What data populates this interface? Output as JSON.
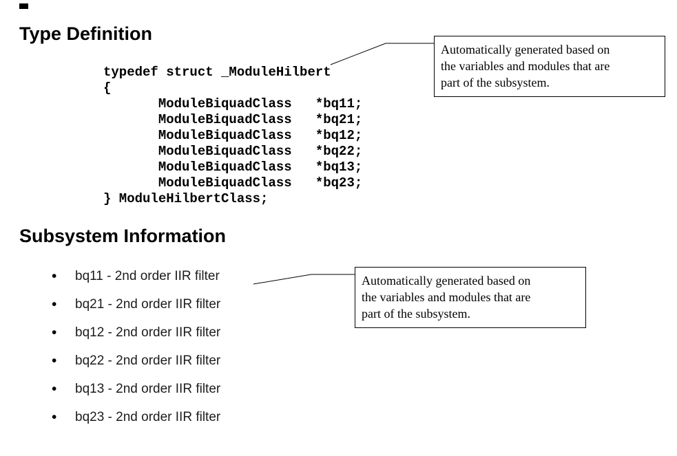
{
  "type_definition": {
    "heading": "Type Definition",
    "code_lines": [
      "typedef struct _ModuleHilbert",
      "{",
      "       ModuleBiquadClass   *bq11;",
      "       ModuleBiquadClass   *bq21;",
      "       ModuleBiquadClass   *bq12;",
      "       ModuleBiquadClass   *bq22;",
      "       ModuleBiquadClass   *bq13;",
      "       ModuleBiquadClass   *bq23;",
      "} ModuleHilbertClass;"
    ],
    "callout_lines": [
      "Automatically generated based on",
      "the variables and modules that are",
      "part of the subsystem."
    ]
  },
  "subsystem_information": {
    "heading": "Subsystem Information",
    "bullet_glyph": "•",
    "items": [
      "bq11 - 2nd order IIR filter",
      "bq21 - 2nd order IIR filter",
      "bq12 - 2nd order IIR filter",
      "bq22 - 2nd order IIR filter",
      "bq13 - 2nd order IIR filter",
      "bq23 - 2nd order IIR filter"
    ],
    "callout_lines": [
      "Automatically generated based on",
      "the variables and modules that are",
      "part of the subsystem."
    ]
  },
  "colors": {
    "text": "#000000",
    "border": "#000000",
    "background": "#ffffff"
  }
}
